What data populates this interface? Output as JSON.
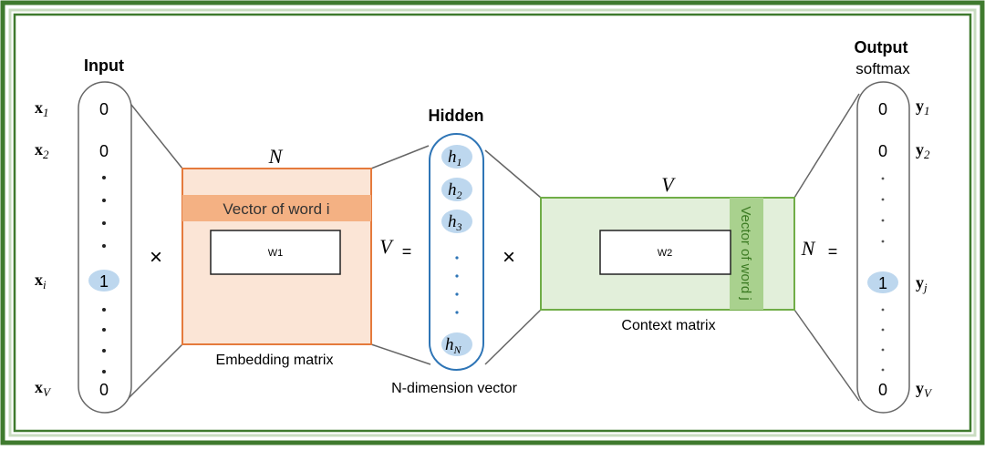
{
  "input": {
    "title": "Input",
    "labels": [
      {
        "base": "x",
        "sub": "1"
      },
      {
        "base": "x",
        "sub": "2"
      },
      {
        "base": "x",
        "sub": "i"
      },
      {
        "base": "x",
        "sub": "V"
      }
    ],
    "values": [
      "0",
      "0",
      "1",
      "0"
    ]
  },
  "operators": {
    "times": "×",
    "equals": "="
  },
  "embedding": {
    "top_dim": "N",
    "side_dim": "V",
    "row_label": "Vector of word i",
    "weight_label": "W1",
    "caption": "Embedding matrix"
  },
  "hidden": {
    "title": "Hidden",
    "units": [
      {
        "base": "h",
        "sub": "1"
      },
      {
        "base": "h",
        "sub": "2"
      },
      {
        "base": "h",
        "sub": "3"
      },
      {
        "base": "h",
        "sub": "N"
      }
    ],
    "caption": "N-dimension vector"
  },
  "context": {
    "top_dim": "V",
    "side_dim": "N",
    "column_label": "Vector of word j",
    "weight_label": "W2",
    "caption": "Context matrix"
  },
  "output": {
    "title": "Output",
    "subtitle": "softmax",
    "labels": [
      {
        "base": "y",
        "sub": "1"
      },
      {
        "base": "y",
        "sub": "2"
      },
      {
        "base": "y",
        "sub": "j"
      },
      {
        "base": "y",
        "sub": "V"
      }
    ],
    "values": [
      "0",
      "0",
      "1",
      "0"
    ]
  },
  "colors": {
    "frame_outer": "#3f7a2e",
    "frame_inner": "#c9dcc0",
    "embedding_fill": "#fbe5d6",
    "embedding_stroke": "#e57a3c",
    "embedding_row": "#f4b183",
    "context_fill": "#e2efda",
    "context_stroke": "#70ad47",
    "context_column": "#a9d18e",
    "hidden_stroke": "#2e75b6",
    "highlight": "#bdd7ee",
    "lines": "#666666",
    "dots_blue": "#2e75b6"
  }
}
